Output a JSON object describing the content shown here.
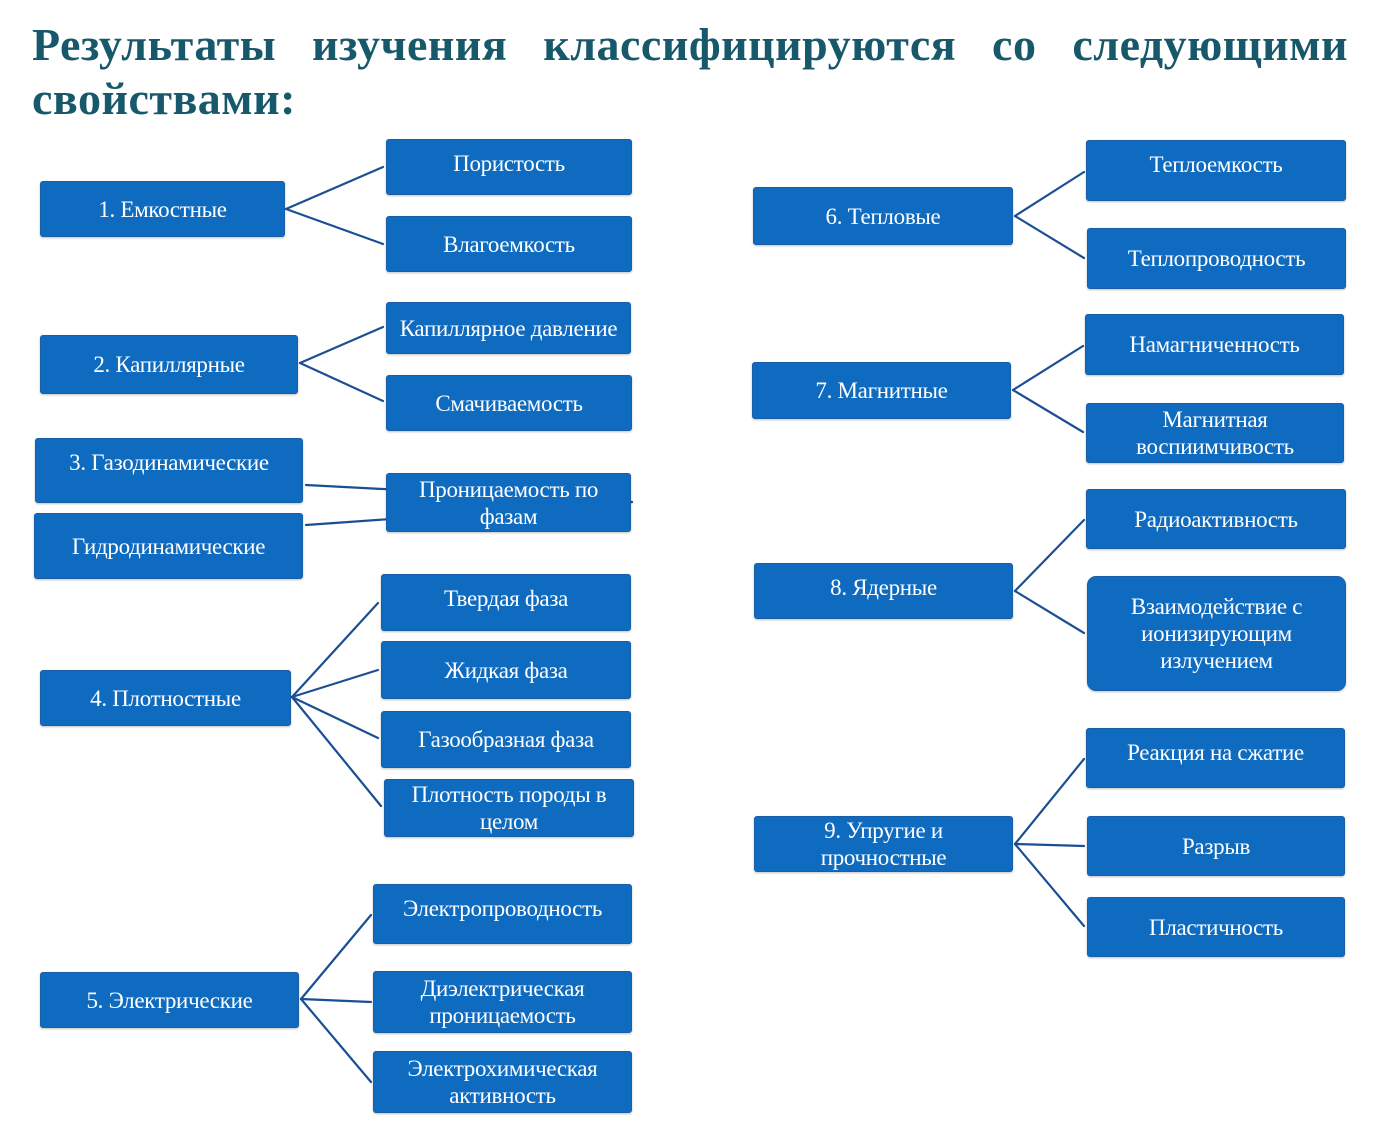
{
  "title": "Результаты изучения классифицируются со следующими свойствами:",
  "colors": {
    "title": "#17596b",
    "box": "#0f6bc0",
    "connector": "#1a4f93"
  },
  "groups": {
    "g1": {
      "label": "1. Емкостные",
      "items": [
        "Пористость",
        "Влагоемкость"
      ]
    },
    "g2": {
      "label": "2. Капиллярные",
      "items": [
        "Капиллярное давление",
        "Смачиваемость"
      ]
    },
    "g3": {
      "label": "3. Газодинамические",
      "label2": "Гидродинамические",
      "items": [
        "Проницаемость по фазам"
      ]
    },
    "g4": {
      "label": "4. Плотностные",
      "items": [
        "Твердая фаза",
        "Жидкая фаза",
        "Газообразная фаза",
        "Плотность породы в целом"
      ]
    },
    "g5": {
      "label": "5. Электрические",
      "items": [
        "Электропроводность",
        "Диэлектрическая проницаемость",
        "Электрохимическая активность"
      ]
    },
    "g6": {
      "label": "6. Тепловые",
      "items": [
        "Теплоемкость",
        "Теплопроводность"
      ]
    },
    "g7": {
      "label": "7. Магнитные",
      "items": [
        "Намагниченность",
        "Магнитная воспиимчивость"
      ]
    },
    "g8": {
      "label": "8. Ядерные",
      "items": [
        "Радиоактивность",
        "Взаимодействие с ионизирующим излучением"
      ]
    },
    "g9": {
      "label": "9. Упругие и прочностные",
      "items": [
        "Реакция на сжатие",
        "Разрыв",
        "Пластичность"
      ]
    }
  }
}
